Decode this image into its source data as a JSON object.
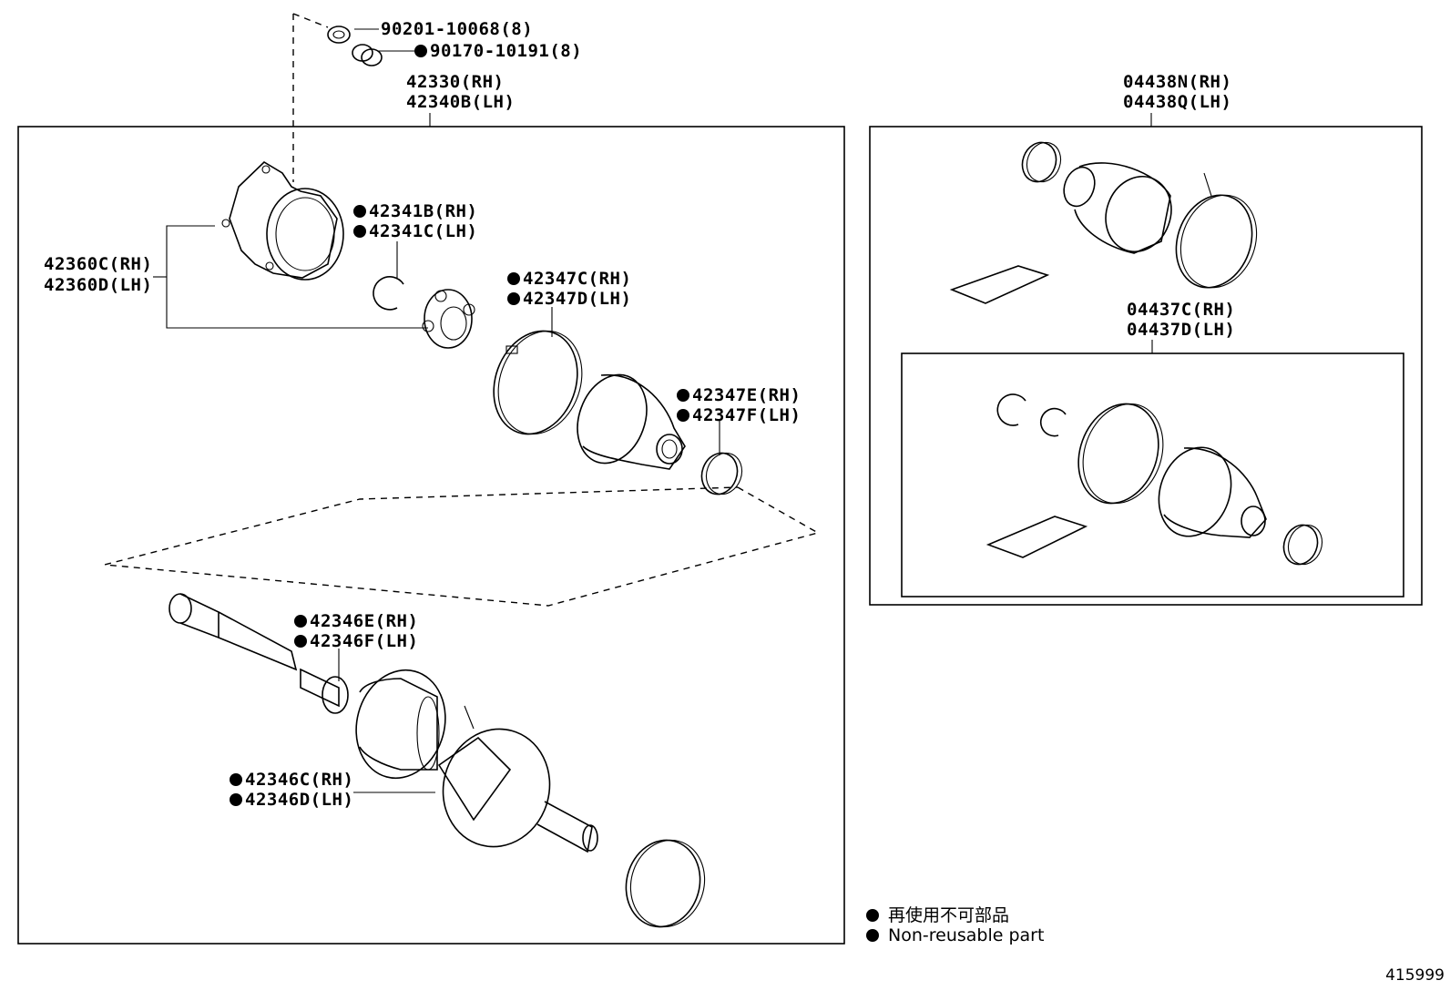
{
  "labels": {
    "nut": "90201-10068(8)",
    "bushing": "90170-10191(8)",
    "shaft_rh": "42330(RH)",
    "shaft_lh": "42340B(LH)",
    "inner_joint_rh": "42360C(RH)",
    "inner_joint_lh": "42360D(LH)",
    "snap_ring_rh": "42341B(RH)",
    "snap_ring_lh": "42341C(LH)",
    "boot_clamp_rh": "42347C(RH)",
    "boot_clamp_lh": "42347D(LH)",
    "small_clamp_rh": "42347E(RH)",
    "small_clamp_lh": "42347F(LH)",
    "damper_rh": "42346E(RH)",
    "damper_lh": "42346F(LH)",
    "outer_joint_rh": "42346C(RH)",
    "outer_joint_lh": "42346D(LH)",
    "outer_boot_kit_rh": "04438N(RH)",
    "outer_boot_kit_lh": "04438Q(LH)",
    "inner_boot_kit_rh": "04437C(RH)",
    "inner_boot_kit_lh": "04437D(LH)"
  },
  "legend": {
    "line1": "再使用不可部品",
    "line2": "Non-reusable part"
  },
  "figure_number": "415999",
  "icons": {
    "non_reusable_marker": "filled-circle-icon"
  }
}
